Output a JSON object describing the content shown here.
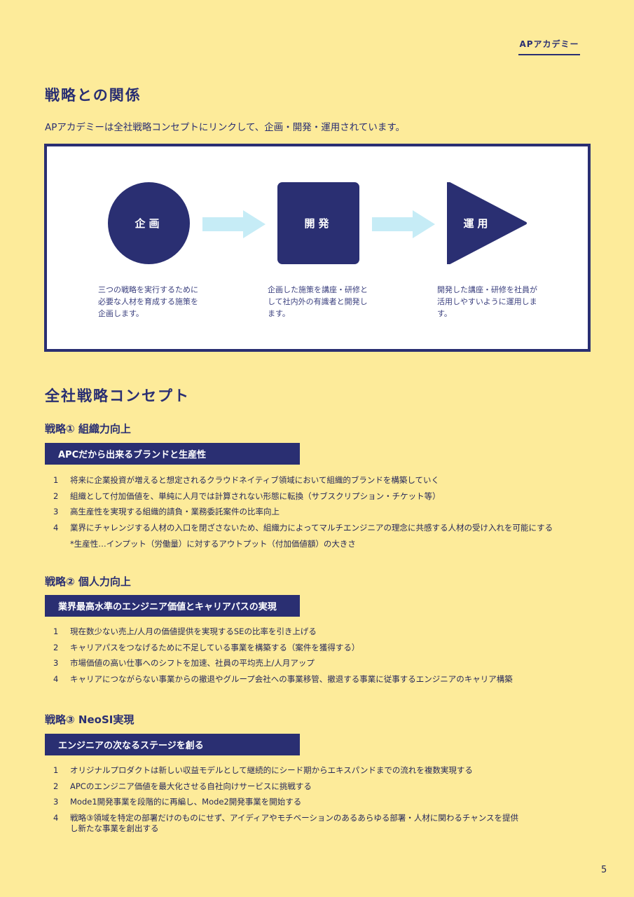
{
  "header": {
    "label": "APアカデミー"
  },
  "relation": {
    "title": "戦略との関係",
    "intro": "APアカデミーは全社戦略コンセプトにリンクして、企画・開発・運用されています。",
    "steps": [
      {
        "label": "企画",
        "desc": "三つの戦略を実行するために必要な人材を育成する施策を企画します。"
      },
      {
        "label": "開発",
        "desc": "企画した施策を講座・研修として社内外の有識者と開発します。"
      },
      {
        "label": "運用",
        "desc": "開発した講座・研修を社員が活用しやすいように運用します。"
      }
    ],
    "colors": {
      "shape": "#2a2f72",
      "arrow": "#c6ecf6"
    }
  },
  "concept": {
    "title": "全社戦略コンセプト",
    "strategies": [
      {
        "heading": "戦略① 組織力向上",
        "banner": "APCだから出来るブランドと生産性",
        "items": [
          {
            "num": "1",
            "text": "将来に企業投資が増えると想定されるクラウドネイティブ領域において組織的ブランドを構築していく"
          },
          {
            "num": "2",
            "text": "組織として付加価値を、単純に人月では計算されない形態に転換（サブスクリプション・チケット等）"
          },
          {
            "num": "3",
            "text": "高生産性を実現する組織的請負・業務委託案件の比率向上"
          },
          {
            "num": "4",
            "text": "業界にチャレンジする人材の入口を閉ざさないため、組織力によってマルチエンジニアの理念に共感する人材の受け入れを可能にする"
          }
        ],
        "note": "*生産性…インプット（労働量）に対するアウトプット（付加価値額）の大きさ"
      },
      {
        "heading": "戦略② 個人力向上",
        "banner": "業界最高水準のエンジニア価値とキャリアパスの実現",
        "items": [
          {
            "num": "1",
            "text": "現在数少ない売上/人月の価値提供を実現するSEの比率を引き上げる"
          },
          {
            "num": "2",
            "text": "キャリアパスをつなげるために不足している事業を構築する（案件を獲得する）"
          },
          {
            "num": "3",
            "text": "市場価値の高い仕事へのシフトを加速、社員の平均売上/人月アップ"
          },
          {
            "num": "4",
            "text": "キャリアにつながらない事業からの撤退やグループ会社への事業移管、撤退する事業に従事するエンジニアのキャリア構築"
          }
        ]
      },
      {
        "heading": "戦略③ NeoSI実現",
        "banner": "エンジニアの次なるステージを創る",
        "items": [
          {
            "num": "1",
            "text": "オリジナルプロダクトは新しい収益モデルとして継続的にシード期からエキスパンドまでの流れを複数実現する"
          },
          {
            "num": "2",
            "text": "APCのエンジニア価値を最大化させる自社向けサービスに挑戦する"
          },
          {
            "num": "3",
            "text": "Mode1開発事業を段階的に再編し、Mode2開発事業を開始する"
          },
          {
            "num": "4",
            "text": "戦略③領域を特定の部署だけのものにせず、アイディアやモチベーションのあるあらゆる部署・人材に関わるチャンスを提供し新たな事業を創出する"
          }
        ]
      }
    ]
  },
  "page_number": "5"
}
